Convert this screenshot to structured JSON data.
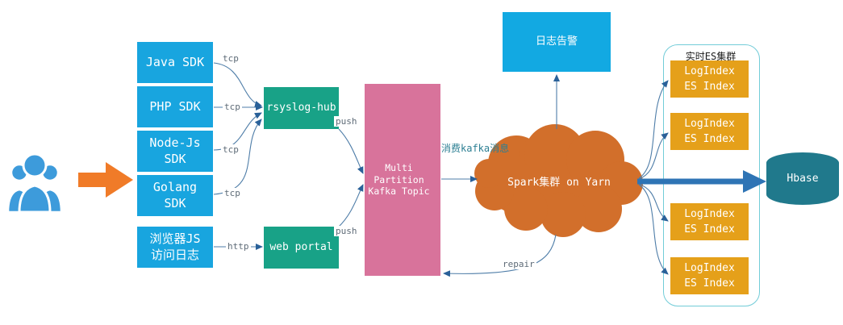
{
  "diagram": {
    "sources": [
      {
        "label": "Java SDK",
        "protocol": "tcp"
      },
      {
        "label": "PHP SDK",
        "protocol": "tcp"
      },
      {
        "label": "Node-Js SDK",
        "protocol": "tcp"
      },
      {
        "label": "Golang SDK",
        "protocol": "tcp"
      },
      {
        "label": "浏览器JS 访问日志",
        "protocol": "http"
      }
    ],
    "collectors": {
      "rsyslog": "rsyslog-hub",
      "web_portal": "web portal"
    },
    "edges": {
      "push": "push",
      "consume": "消费kafka消息",
      "repair": "repair"
    },
    "kafka": {
      "label": "Multi Partition Kafka Topic"
    },
    "alert": {
      "label": "日志告警"
    },
    "spark": {
      "label": "Spark集群 on Yarn"
    },
    "es": {
      "title": "实时ES集群",
      "indexes": [
        "LogIndex ES Index",
        "LogIndex ES Index",
        "LogIndex ES Index",
        "LogIndex ES Index"
      ]
    },
    "hbase": {
      "label": "Hbase"
    },
    "colors": {
      "source_box": "#18a5df",
      "collector_box": "#18a287",
      "kafka_box": "#d8739b",
      "alert_box": "#12a9e2",
      "cloud": "#d26f2b",
      "es_box": "#e5a01a",
      "hbase_cylinder": "#20798c",
      "flow_line": "#4e7da8",
      "bulk_arrow": "#2e74b5",
      "users_icon": "#3d9bdb",
      "ingest_arrow": "#f07b28"
    }
  }
}
